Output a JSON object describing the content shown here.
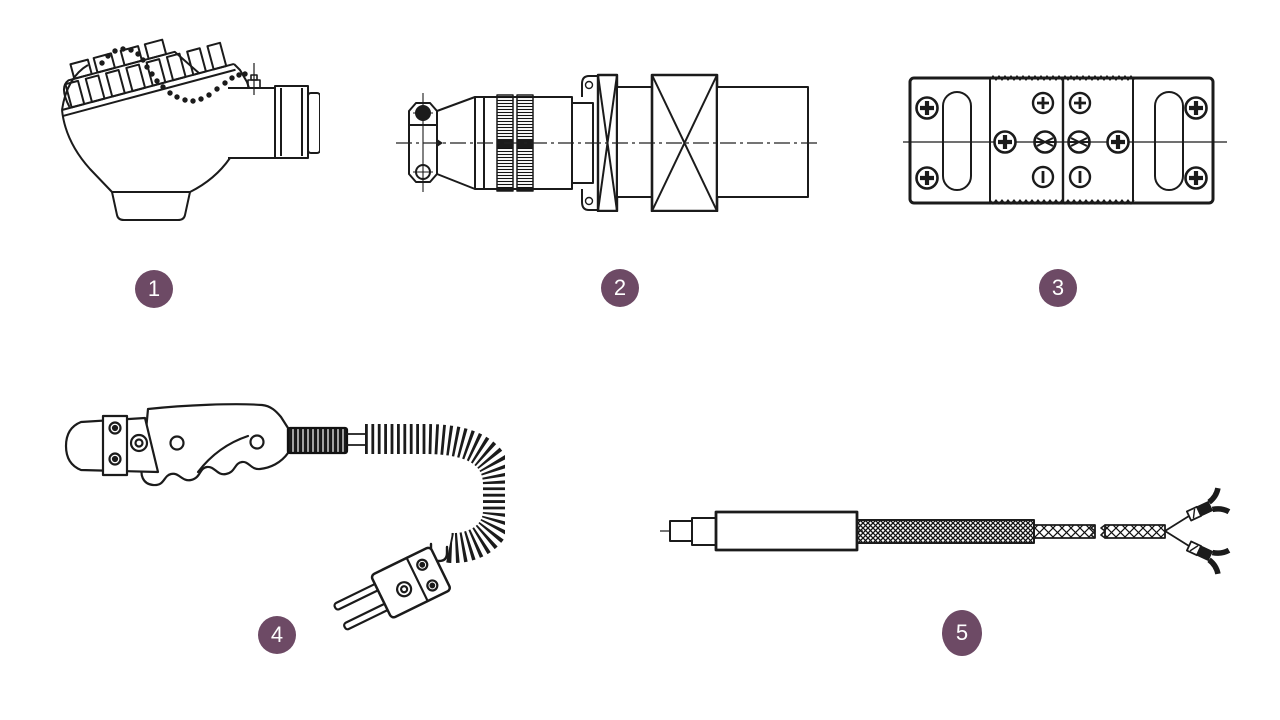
{
  "page": {
    "background_color": "#ffffff",
    "description": "Five numbered technical line drawings of thermocouple sensor components"
  },
  "badge_style": {
    "fill_color": "#6d4a65",
    "text_color": "#ffffff"
  },
  "figures": [
    {
      "number": "1",
      "icon": "thermocouple-connection-head-drawing"
    },
    {
      "number": "2",
      "icon": "cylindrical-plug-connector-drawing"
    },
    {
      "number": "3",
      "icon": "panel-jack-connector-block-drawing"
    },
    {
      "number": "4",
      "icon": "pistol-grip-probe-coiled-cable-plug-drawing"
    },
    {
      "number": "5",
      "icon": "probe-braided-lead-spade-terminals-drawing"
    }
  ]
}
